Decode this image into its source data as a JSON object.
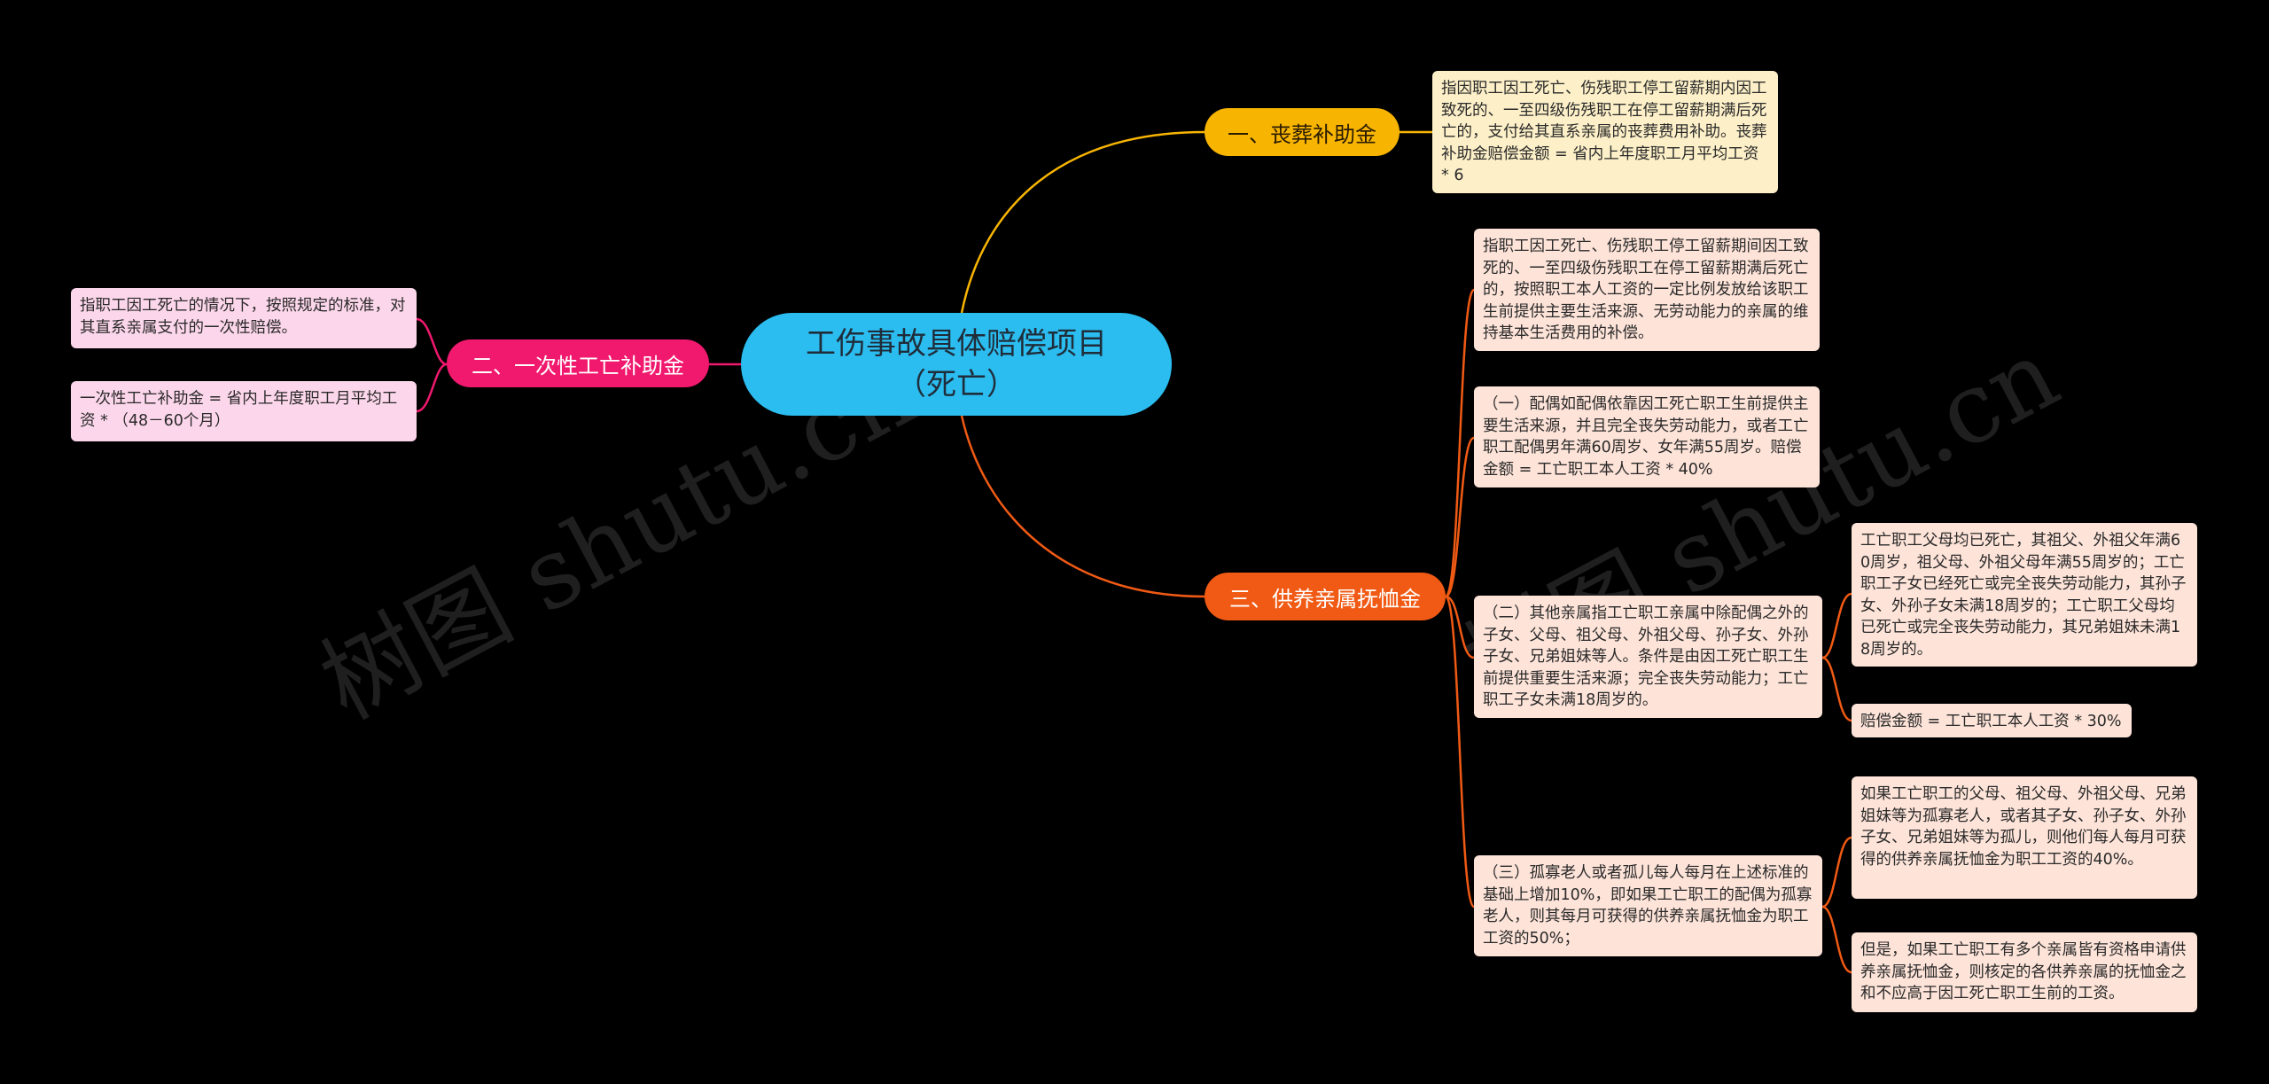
{
  "root": {
    "label": "工伤事故具体赔偿项目（死亡）"
  },
  "branches": {
    "funeral": {
      "label": "一、丧葬补助金",
      "note": "指因职工因工死亡、伤残职工停工留薪期内因工致死的、一至四级伤残职工在停工留薪期满后死亡的，支付给其直系亲属的丧葬费用补助。丧葬补助金赔偿金额 = 省内上年度职工月平均工资 * 6"
    },
    "lump_sum": {
      "label": "二、一次性工亡补助金",
      "notes": [
        "指职工因工死亡的情况下，按照规定的标准，对其直系亲属支付的一次性赔偿。",
        "一次性工亡补助金 = 省内上年度职工月平均工资 * （48－60个月）"
      ]
    },
    "dependents": {
      "label": "三、供养亲属抚恤金",
      "notes": [
        "指职工因工死亡、伤残职工停工留薪期间因工致死的、一至四级伤残职工在停工留薪期满后死亡的，按照职工本人工资的一定比例发放给该职工生前提供主要生活来源、无劳动能力的亲属的维持基本生活费用的补偿。",
        "（一）配偶如配偶依靠因工死亡职工生前提供主要生活来源，并且完全丧失劳动能力，或者工亡职工配偶男年满60周岁、女年满55周岁。赔偿金额 = 工亡职工本人工资 * 40%",
        "（二）其他亲属指工亡职工亲属中除配偶之外的子女、父母、祖父母、外祖父母、孙子女、外孙子女、兄弟姐妹等人。条件是由因工死亡职工生前提供重要生活来源；完全丧失劳动能力；工亡职工子女未满18周岁的。",
        "（三）孤寡老人或者孤儿每人每月在上述标准的基础上增加10%，即如果工亡职工的配偶为孤寡老人，则其每月可获得的供养亲属抚恤金为职工工资的50%；"
      ],
      "sub_other": [
        "工亡职工父母均已死亡，其祖父、外祖父年满60周岁，祖父母、外祖父母年满55周岁的；工亡职工子女已经死亡或完全丧失劳动能力，其孙子女、外孙子女未满18周岁的；工亡职工父母均已死亡或完全丧失劳动能力，其兄弟姐妹未满18周岁的。",
        "赔偿金额 = 工亡职工本人工资 * 30%"
      ],
      "sub_orphan": [
        "如果工亡职工的父母、祖父母、外祖父母、兄弟姐妹等为孤寡老人，或者其子女、孙子女、外孙子女、兄弟姐妹等为孤儿，则他们每人每月可获得的供养亲属抚恤金为职工工资的40%。",
        "但是，如果工亡职工有多个亲属皆有资格申请供养亲属抚恤金，则核定的各供养亲属的抚恤金之和不应高于因工死亡职工生前的工资。"
      ]
    }
  },
  "watermark": "树图 shutu.cn",
  "colors": {
    "background": "#000000",
    "root": "#2bbdf0",
    "funeral": "#f7b400",
    "lump_sum": "#f0196e",
    "dependents": "#f05a14"
  }
}
